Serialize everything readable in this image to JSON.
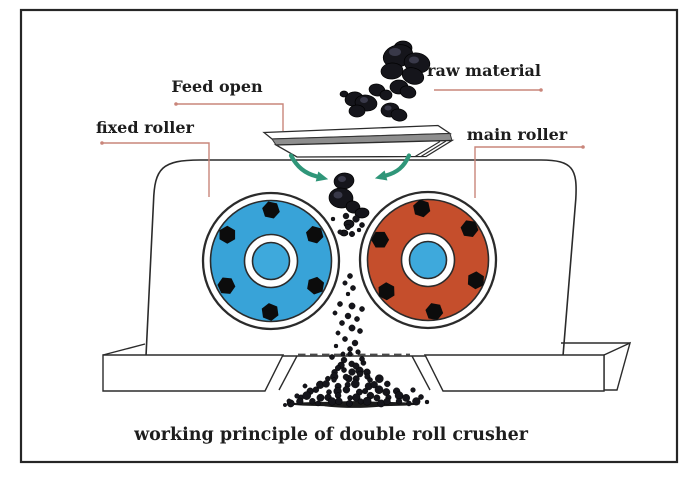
{
  "diagram": {
    "caption": "working principle of double roll crusher",
    "labels": {
      "feed_open": "Feed open",
      "fixed_roller": "fixed roller",
      "raw_material": "raw material",
      "main_roller": "main roller"
    },
    "colors": {
      "fixed_roller_blue": "#38a3d8",
      "main_roller_red": "#c54e2c",
      "hub_blue": "#3ea9dc",
      "arrow_green": "#2f9679",
      "leader_pink": "#c9857a",
      "plate_gray": "#8e8e8e",
      "outline_dark": "#2b2b2b",
      "rock_black": "#15151b",
      "text_dark": "#1d1d1d",
      "border_dark": "#262626",
      "background": "#ffffff"
    }
  }
}
